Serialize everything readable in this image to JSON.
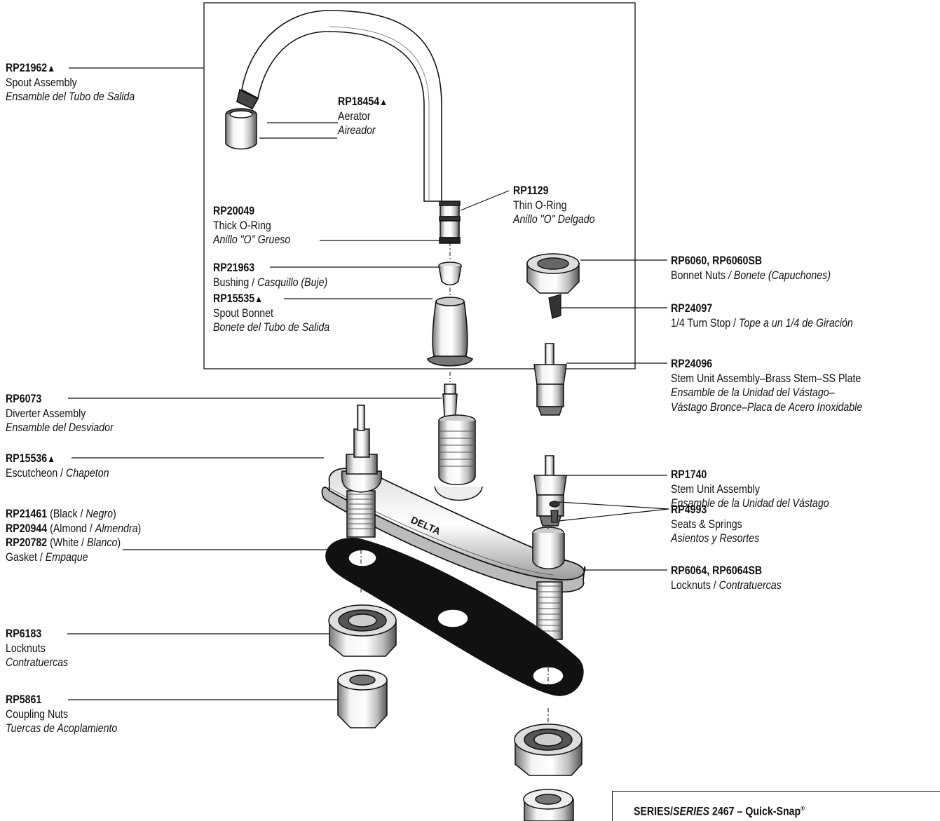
{
  "parts": [
    {
      "id": "spout",
      "code": "RP21962",
      "mark": "▲",
      "en": "Spout Assembly",
      "es": "Ensamble del Tubo de Salida"
    },
    {
      "id": "aerator",
      "code": "RP18454",
      "mark": "▲",
      "en": "Aerator",
      "es": "Aireador"
    },
    {
      "id": "thin-oring",
      "code": "RP1129",
      "en": "Thin O-Ring",
      "es": "Anillo \"O\" Delgado"
    },
    {
      "id": "thick-oring",
      "code": "RP20049",
      "en": "Thick O-Ring",
      "es": "Anillo \"O\" Grueso"
    },
    {
      "id": "bushing",
      "code": "RP21963",
      "en": "Bushing / ",
      "es": "Casquillo (Buje)"
    },
    {
      "id": "spout-bonnet",
      "code": "RP15535",
      "mark": "▲",
      "en": "Spout Bonnet",
      "es": "Bonete del Tubo de Salida"
    },
    {
      "id": "bonnet-nuts",
      "code": "RP6060, RP6060SB",
      "en": "Bonnet Nuts ",
      "es": "/ Bonete (Capuchones)"
    },
    {
      "id": "turn-stop",
      "code": "RP24097",
      "en": "1/4 Turn Stop / ",
      "es": "Tope a un 1/4 de Giración"
    },
    {
      "id": "stem-brass",
      "code": "RP24096",
      "en": "Stem Unit Assembly–Brass Stem–SS Plate",
      "es": "Ensamble de la Unidad del Vástago–",
      "es2": "Vástago Bronce–Placa de Acero Inoxidable"
    },
    {
      "id": "diverter",
      "code": "RP6073",
      "en": "Diverter Assembly",
      "es": "Ensamble del Desviador"
    },
    {
      "id": "stem",
      "code": "RP1740",
      "en": "Stem Unit Assembly",
      "es": "Ensamble de la Unidad del Vástago"
    },
    {
      "id": "escutcheon",
      "code": "RP15536",
      "mark": "▲",
      "en": "Escutcheon / ",
      "es": "Chapeton"
    },
    {
      "id": "seats",
      "code": "RP4993",
      "en": "Seats & Springs",
      "es": "Asientos y Resortes"
    },
    {
      "id": "locknuts-right",
      "code": "RP6064, RP6064SB",
      "en": "Locknuts / ",
      "es": "Contratuercas"
    },
    {
      "id": "locknuts-left",
      "code": "RP6183",
      "en": "Locknuts",
      "es": "Contratuercas"
    },
    {
      "id": "coupling",
      "code": "RP5861",
      "en": "Coupling Nuts",
      "es": "Tuercas de Acoplamiento"
    }
  ],
  "gasket": {
    "rows": [
      {
        "code": "RP21461",
        "open": " (Black / ",
        "es": "Negro",
        "close": ")"
      },
      {
        "code": "RP20944",
        "open": " (Almond / ",
        "es": "Almendra",
        "close": ")"
      },
      {
        "code": "RP20782",
        "open": " (White / ",
        "es": "Blanco",
        "close": ")"
      }
    ],
    "en": "Gasket / ",
    "es": "Empaque"
  },
  "escutcheon_brand": "DELTA",
  "series": {
    "prefix": "SERIES/",
    "prefix_es": "SERIES",
    "model": " 2467 – Quick-Snap",
    "reg": "®"
  }
}
